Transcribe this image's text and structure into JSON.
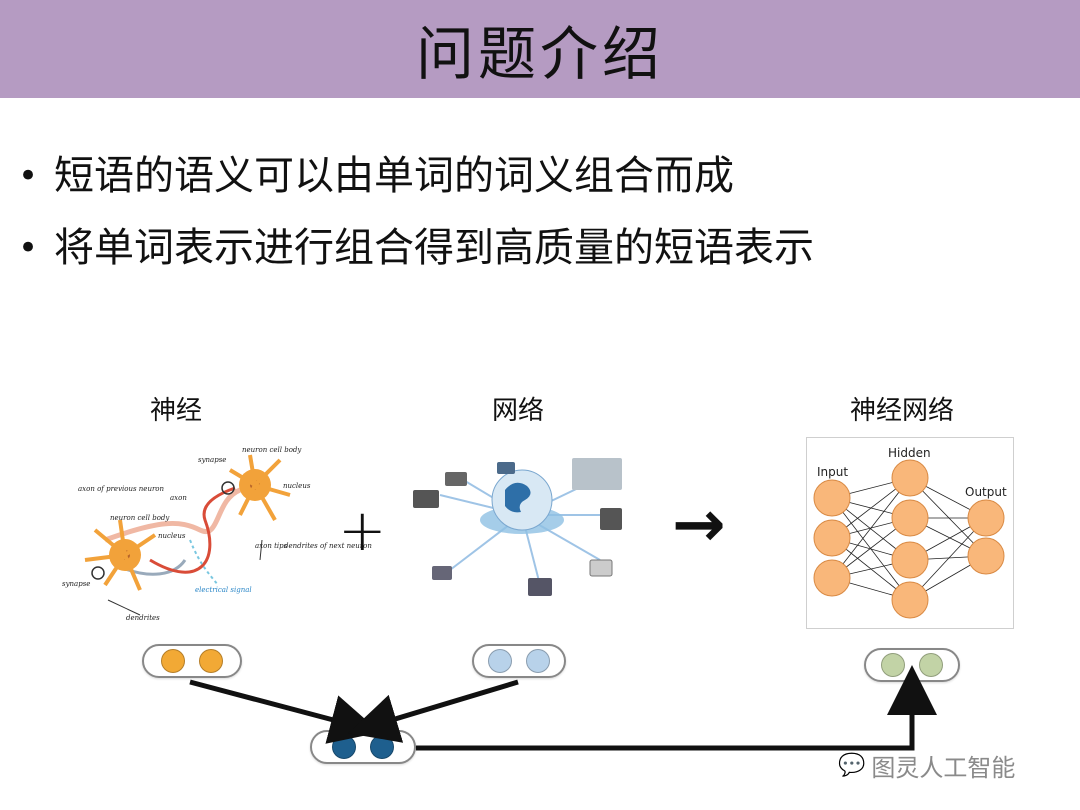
{
  "slide": {
    "title": "问题介绍",
    "bullets": [
      "短语的语义可以由单词的词义组合而成",
      "将单词表示进行组合得到高质量的短语表示"
    ]
  },
  "figure": {
    "left_label": "神经",
    "middle_label": "网络",
    "right_label": "神经网络",
    "plus": "+",
    "arrow": "→",
    "neuron_labels": {
      "axon_prev": "axon of previous neuron",
      "synapse_top": "synapse",
      "neuron_cell_body_top": "neuron cell body",
      "nucleus_top": "nucleus",
      "neuron_cell_body": "neuron cell body",
      "nucleus": "nucleus",
      "axon": "axon",
      "axon_tips": "axon tips",
      "dendrites_next": "dendrites of next neuron",
      "synapse": "synapse",
      "dendrites": "dendrites",
      "electrical_signal": "electrical signal"
    },
    "nn_labels": {
      "input": "Input",
      "hidden": "Hidden",
      "output": "Output"
    },
    "vector_colors": {
      "neural": "#f2a935",
      "network": "#b8d2ea",
      "combined": "#1e5f8e",
      "result": "#c2d3a6"
    }
  },
  "watermark": {
    "text": "图灵人工智能",
    "icon": "wechat-icon"
  }
}
